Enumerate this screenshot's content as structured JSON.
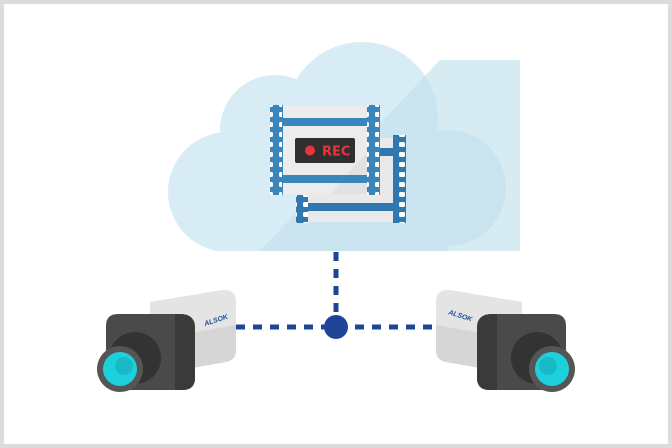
{
  "recording": {
    "label": "REC"
  },
  "cameras": [
    {
      "brand": "ALSOK"
    },
    {
      "brand": "ALSOK"
    }
  ],
  "colors": {
    "cloud": "#d5ebf3",
    "film": "#3a86bb",
    "link": "#1f4596",
    "lens": "#1ed0dc",
    "rec": "#e8353d"
  }
}
